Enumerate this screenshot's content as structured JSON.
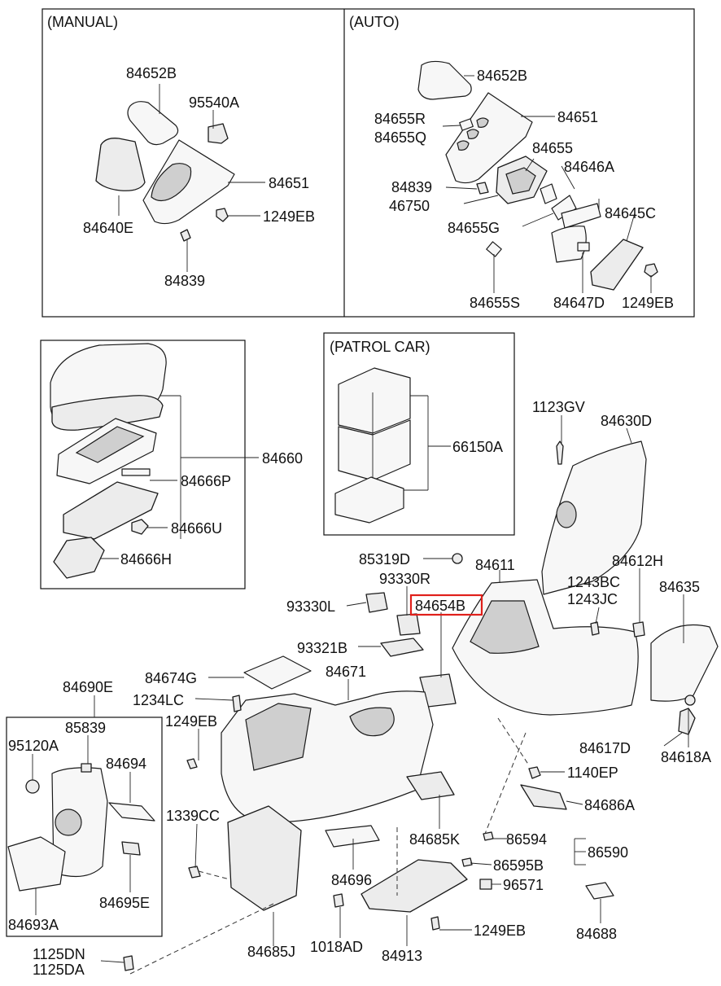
{
  "sections": {
    "manual": "(MANUAL)",
    "auto": "(AUTO)",
    "patrol": "(PATROL CAR)"
  },
  "highlight_color": "#e0201b",
  "labels": {
    "m_84652B": "84652B",
    "m_95540A": "95540A",
    "m_84651": "84651",
    "m_84640E": "84640E",
    "m_1249EB": "1249EB",
    "m_84839": "84839",
    "a_84652B": "84652B",
    "a_84655R": "84655R",
    "a_84655Q": "84655Q",
    "a_84651": "84651",
    "a_84655": "84655",
    "a_84646A": "84646A",
    "a_84839": "84839",
    "a_46750": "46750",
    "a_84645C": "84645C",
    "a_84655G": "84655G",
    "a_84655S": "84655S",
    "a_84647D": "84647D",
    "a_1249EB": "1249EB",
    "p_84660": "84660",
    "p_84666P": "84666P",
    "p_84666U": "84666U",
    "p_84666H": "84666H",
    "pc_66150A": "66150A",
    "l_1123GV": "1123GV",
    "l_84630D": "84630D",
    "l_85319D": "85319D",
    "l_84611": "84611",
    "l_84612H": "84612H",
    "l_93330R": "93330R",
    "l_1243BC": "1243BC",
    "l_1243JC": "1243JC",
    "l_84635": "84635",
    "l_93330L": "93330L",
    "l_84654B": "84654B",
    "l_93321B": "93321B",
    "l_84674G": "84674G",
    "l_84671": "84671",
    "l_84690E": "84690E",
    "l_1234LC": "1234LC",
    "l_85839": "85839",
    "l_1249EB": "1249EB",
    "l_95120A": "95120A",
    "l_84694": "84694",
    "l_1339CC": "1339CC",
    "l_84617D": "84617D",
    "l_84618A": "84618A",
    "l_1140EP": "1140EP",
    "l_84686A": "84686A",
    "l_84685K": "84685K",
    "l_86594": "86594",
    "l_86590": "86590",
    "l_86595B": "86595B",
    "l_84696": "84696",
    "l_96571": "96571",
    "l_84695E": "84695E",
    "l_84693A": "84693A",
    "l_84685J": "84685J",
    "l_1018AD": "1018AD",
    "l_84913": "84913",
    "l_1249EB_b": "1249EB",
    "l_84688": "84688",
    "l_1125DN": "1125DN",
    "l_1125DA": "1125DA"
  }
}
